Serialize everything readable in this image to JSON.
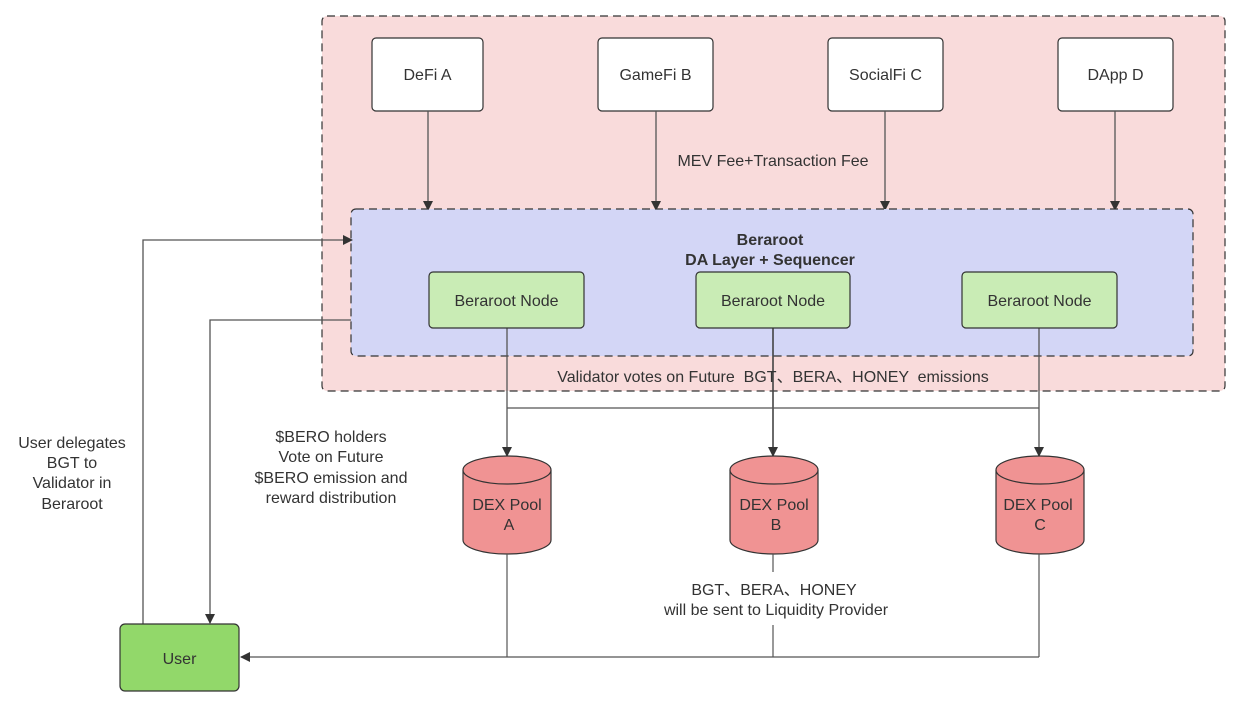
{
  "colors": {
    "outer_fill": "#f9dbdb",
    "inner_fill": "#d3d6f6",
    "app_fill": "#ffffff",
    "node_fill": "#c9ecb5",
    "pool_fill": "#f09393",
    "user_fill": "#92d86a",
    "stroke": "#333333",
    "line": "#555555"
  },
  "apps": [
    {
      "id": "defi-a",
      "label": "DeFi A"
    },
    {
      "id": "gamefi-b",
      "label": "GameFi B"
    },
    {
      "id": "socialfi-c",
      "label": "SocialFi C"
    },
    {
      "id": "dapp-d",
      "label": "DApp D"
    }
  ],
  "fee_label": "MEV Fee+Transaction Fee",
  "layer": {
    "title": "Beraroot",
    "subtitle": "DA Layer + Sequencer",
    "nodes": [
      {
        "label": "Beraroot Node"
      },
      {
        "label": "Beraroot Node"
      },
      {
        "label": "Beraroot Node"
      }
    ]
  },
  "validator_votes_label": "Validator votes on Future  BGT、BERA、HONEY  emissions",
  "pools": [
    {
      "line1": "DEX Pool",
      "line2": "A"
    },
    {
      "line1": "DEX Pool",
      "line2": "B"
    },
    {
      "line1": "DEX Pool",
      "line2": "C"
    }
  ],
  "user": {
    "label": "User"
  },
  "delegate_label": [
    "User delegates",
    "BGT to",
    "Validator in",
    "Beraroot"
  ],
  "holders_label": [
    "$BERO holders",
    "Vote on Future",
    "$BERO emission and",
    "reward distribution"
  ],
  "rewards_label": [
    "BGT、BERA、HONEY",
    "will be sent to Liquidity Provider"
  ]
}
